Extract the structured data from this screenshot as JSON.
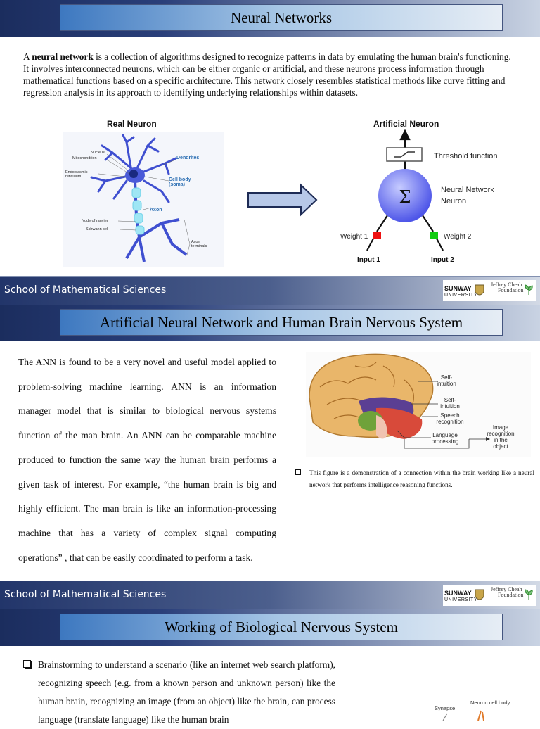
{
  "slide1": {
    "title": "Neural Networks",
    "intro_pre": "A ",
    "intro_bold": "neural network",
    "intro_post": " is a collection of algorithms designed to recognize patterns in data by emulating the human brain's functioning. It involves interconnected neurons, which can be either organic or artificial, and these neurons process information through mathematical functions based on a specific architecture. This network closely resembles statistical methods like curve fitting and regression analysis in its approach to identifying underlying relationships within datasets.",
    "real_neuron": {
      "title": "Real Neuron",
      "labels": {
        "nucleus": "Nucleus",
        "mitochondrion": "Mitochondrion",
        "er1": "Endoplasmic",
        "er2": "reticulum",
        "dendrites": "Dendrites",
        "cell_body1": "Cell body",
        "cell_body2": "(soma)",
        "axon": "Axon",
        "ranvier": "Node of ranvier",
        "schwann": "Schwann cell",
        "terminals1": "Axon",
        "terminals2": "terminals"
      }
    },
    "artificial_neuron": {
      "title": "Artificial Neuron",
      "threshold": "Threshold function",
      "sigma": "Σ",
      "neuron1": "Neural Network",
      "neuron2": "Neuron",
      "weight1": "Weight 1",
      "weight2": "Weight 2",
      "input1": "Input 1",
      "input2": "Input 2"
    }
  },
  "footer": {
    "school": "School of Mathematical Sciences",
    "sunway1": "SUNWAY",
    "sunway2": "UNIVERSITY",
    "jcf1": "Jeffrey Cheah",
    "jcf2": "Foundation"
  },
  "slide2": {
    "title": "Artificial Neural Network and Human Brain Nervous System",
    "body": "The ANN is found to be a very novel and useful model applied to problem-solving machine learning. ANN is an information manager model that is similar to biological nervous systems function of the man brain. An ANN can be comparable machine produced to function the same way the human brain performs a given task of interest. For example, “the human brain is big and highly efficient. The man brain is like an information-processing machine that has a variety of complex signal computing operations” , that can be easily coordinated to perform a task.",
    "brain_labels": {
      "self_intuition_a1": "Self-",
      "self_intuition_a2": "intuition",
      "self_intuition_b1": "Self-",
      "self_intuition_b2": "intuition",
      "speech1": "Speech",
      "speech2": "recognition",
      "language1": "Language",
      "language2": "processing",
      "image1": "Image",
      "image2": "recognition",
      "image3": "in the",
      "image4": "object"
    },
    "caption": "This figure is a demonstration of a connection within the brain working like a neural network that performs intelligence reasoning functions."
  },
  "slide3": {
    "title": "Working of Biological Nervous System",
    "bullet": "Brainstorming to understand a scenario (like an internet web search platform), recognizing speech (e.g. from a known person and unknown person) like the human brain, recognizing an image (from an object) like the brain, can process language (translate language) like the human brain",
    "fig_labels": {
      "synapse": "Synapse",
      "neuron_cell_body": "Neuron cell body"
    }
  }
}
